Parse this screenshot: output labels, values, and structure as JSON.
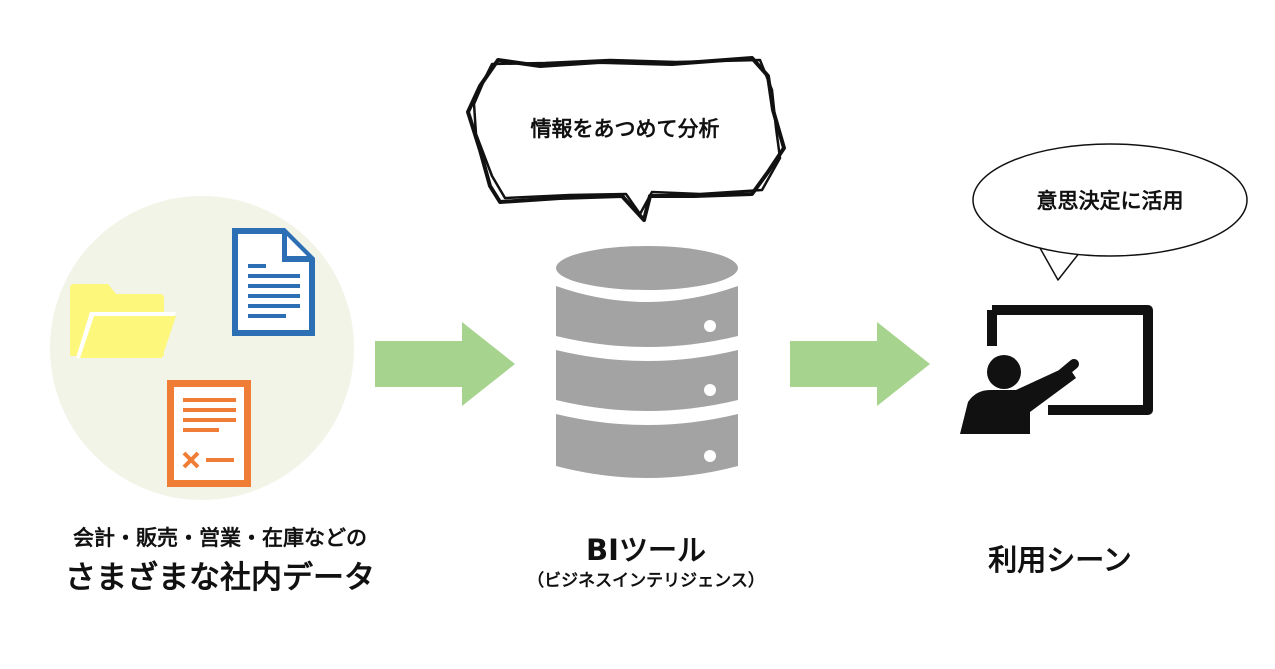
{
  "source": {
    "subtitle": "会計・販売・営業・在庫などの",
    "title": "さまざまな社内データ"
  },
  "bi_tool": {
    "title": "BIツール",
    "subtitle": "（ビジネスインテリジェンス）",
    "bubble_text": "情報をあつめて分析"
  },
  "usage": {
    "title": "利用シーン",
    "bubble_text": "意思決定に活用"
  },
  "colors": {
    "source_circle": "#f1f4e6",
    "folder": "#fdf87c",
    "doc_blue": "#2c6fb5",
    "doc_orange": "#ef7d35",
    "arrow": "#a6d38d",
    "database": "#a3a3a3",
    "presenter": "#111111"
  },
  "icons": [
    "folder-icon",
    "document-icon",
    "form-document-icon",
    "database-icon",
    "presenter-icon",
    "arrow-right-icon"
  ]
}
